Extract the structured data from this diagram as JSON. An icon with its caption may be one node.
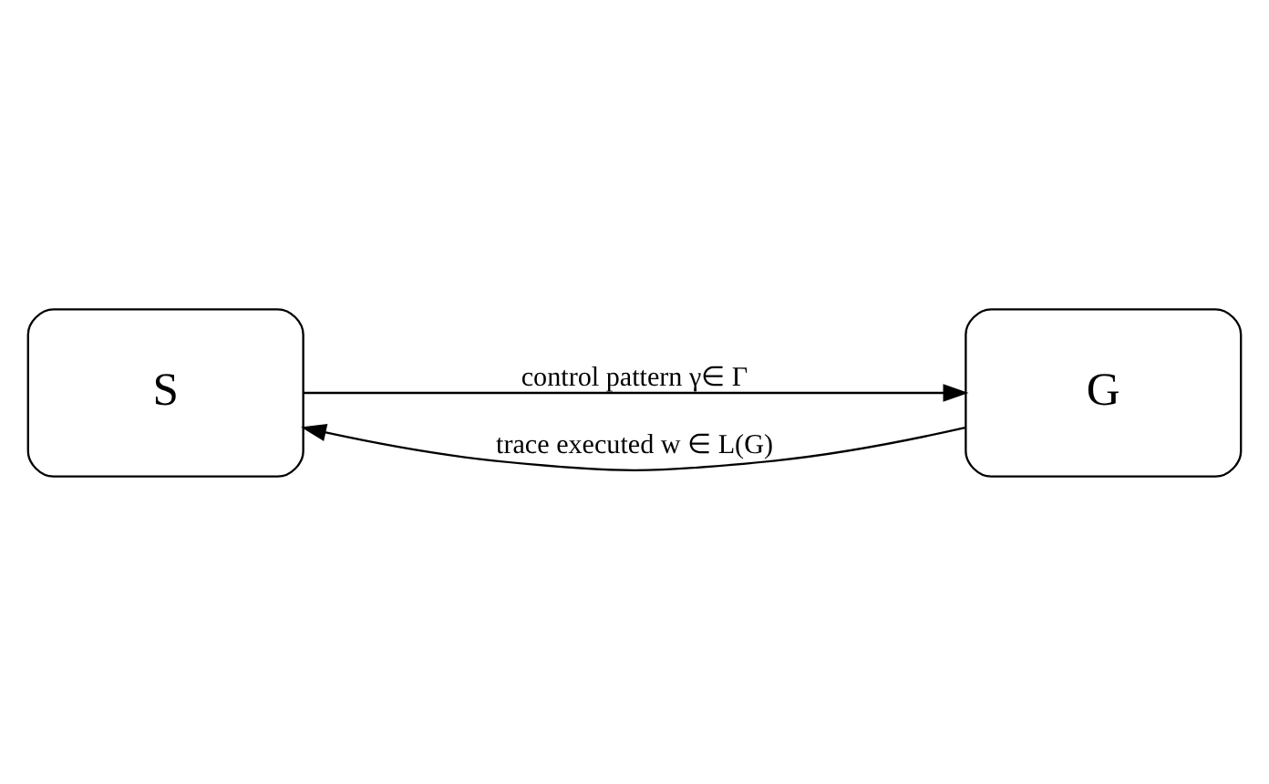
{
  "diagram": {
    "nodes": [
      {
        "text": [
          "S"
        ]
      },
      {
        "text": [
          "G"
        ]
      }
    ],
    "edges": [
      {
        "from": 0,
        "to": 1,
        "arrow": "to",
        "label": "control pattern γ∈ Γ"
      },
      {
        "from": 1,
        "to": 0,
        "arrow": "to",
        "label": "trace executed w ∈ L(G)"
      }
    ]
  }
}
